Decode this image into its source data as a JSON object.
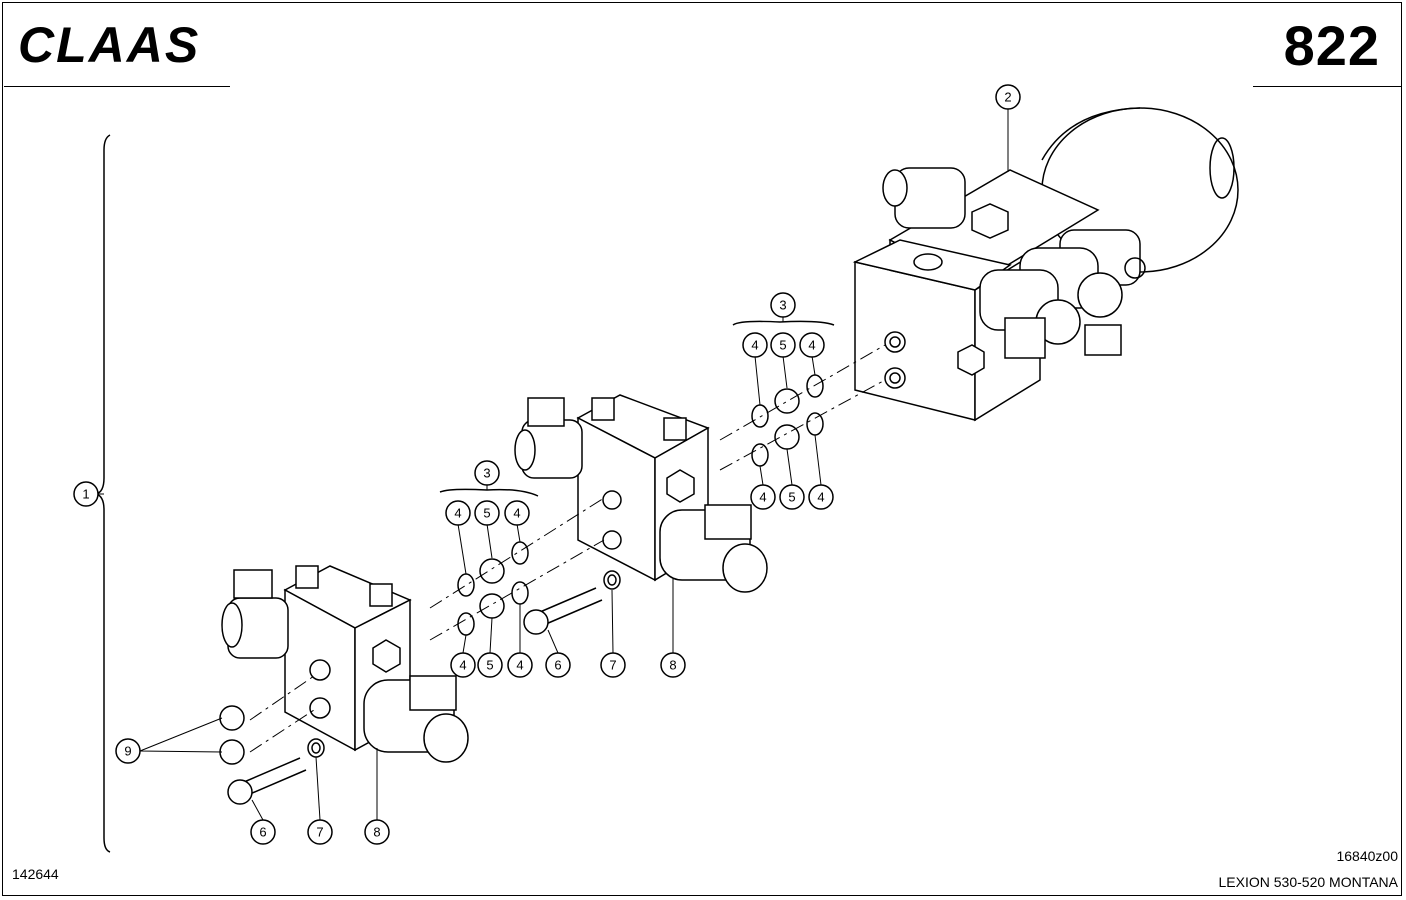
{
  "header": {
    "brand": "CLAAS",
    "sheet_number": "822"
  },
  "footer": {
    "ref_left": "142644",
    "drawing_code": "16840z00",
    "model": "LEXION 530-520 MONTANA"
  },
  "callouts": [
    "1",
    "2",
    "3",
    "3",
    "4",
    "5",
    "4",
    "4",
    "5",
    "4",
    "4",
    "5",
    "4",
    "4",
    "5",
    "4",
    "6",
    "7",
    "8",
    "9",
    "6",
    "7",
    "8"
  ],
  "colors": {
    "line": "#000000",
    "background": "#ffffff"
  }
}
